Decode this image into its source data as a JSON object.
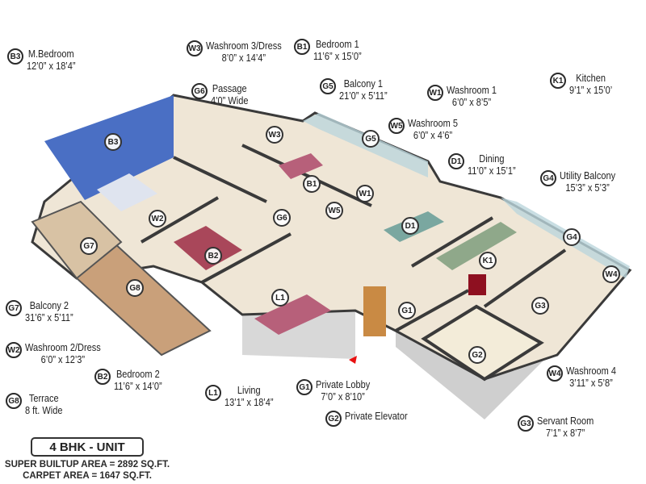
{
  "legend": {
    "items": [
      {
        "code": "B3",
        "name": "M.Bedroom",
        "dims": "12’0” x 18’4”"
      },
      {
        "code": "W3",
        "name": "Washroom 3/Dress",
        "dims": "8’0” x 14’4”"
      },
      {
        "code": "B1",
        "name": "Bedroom 1",
        "dims": "11’6” x 15’0”"
      },
      {
        "code": "G6",
        "name": "Passage",
        "dims": "4’0” Wide"
      },
      {
        "code": "G5",
        "name": "Balcony 1",
        "dims": "21’0” x 5’11”"
      },
      {
        "code": "W1",
        "name": "Washroom 1",
        "dims": "6’0” x 8’5”"
      },
      {
        "code": "K1",
        "name": "Kitchen",
        "dims": "9’1” x 15’0’"
      },
      {
        "code": "W5",
        "name": "Washroom 5",
        "dims": "6’0” x 4’6”"
      },
      {
        "code": "D1",
        "name": "Dining",
        "dims": "11’0” x 15’1”"
      },
      {
        "code": "G4",
        "name": "Utility Balcony",
        "dims": "15’3” x 5’3”"
      },
      {
        "code": "G7",
        "name": "Balcony 2",
        "dims": "31’6” x 5’11”"
      },
      {
        "code": "W2",
        "name": "Washroom 2/Dress",
        "dims": "6’0” x 12’3”"
      },
      {
        "code": "B2",
        "name": "Bedroom 2",
        "dims": "11’6” x 14’0”"
      },
      {
        "code": "G8",
        "name": "Terrace",
        "dims": "8 ft. Wide"
      },
      {
        "code": "L1",
        "name": "Living",
        "dims": "13’1” x 18’4”"
      },
      {
        "code": "G1",
        "name": "Private Lobby",
        "dims": "7’0” x 8’10”"
      },
      {
        "code": "G2",
        "name": "Private Elevator",
        "dims": ""
      },
      {
        "code": "W4",
        "name": "Washroom 4",
        "dims": "3’11” x 5’8”"
      },
      {
        "code": "G3",
        "name": "Servant Room",
        "dims": "7’1” x 8’7”"
      }
    ]
  },
  "unit": {
    "title": "4 BHK - UNIT",
    "super_builtup": "SUPER BUILTUP AREA = 2892 SQ.FT.",
    "carpet": "CARPET AREA = 1647 SQ.FT."
  },
  "colors": {
    "wall_blue": "#4a6fc4",
    "floor": "#efe6d6",
    "terrace": "#c9a07a",
    "wall": "#3a3a3a",
    "sofa": "#b7607a",
    "entry_arrow": "#e81010"
  }
}
